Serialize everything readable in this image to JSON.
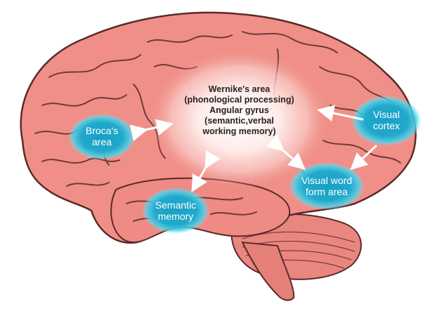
{
  "diagram": {
    "center": "Wernike's area\n(phonological processing)\nAngular gyrus\n(semantic,verbal\nworking memory)",
    "nodes": {
      "broca": "Broca's\narea",
      "visual_cortex": "Visual\ncortex",
      "visual_word_form": "Visual word\nform area",
      "semantic_memory": "Semantic\nmemory"
    },
    "colors": {
      "brain_fill": "#f08f88",
      "brain_outline": "#5a2a2a",
      "node_fill": "#21a9cc",
      "node_glow": "#43d4ee",
      "center_glow": "#fff5f2",
      "arrow": "#ffffff"
    }
  }
}
